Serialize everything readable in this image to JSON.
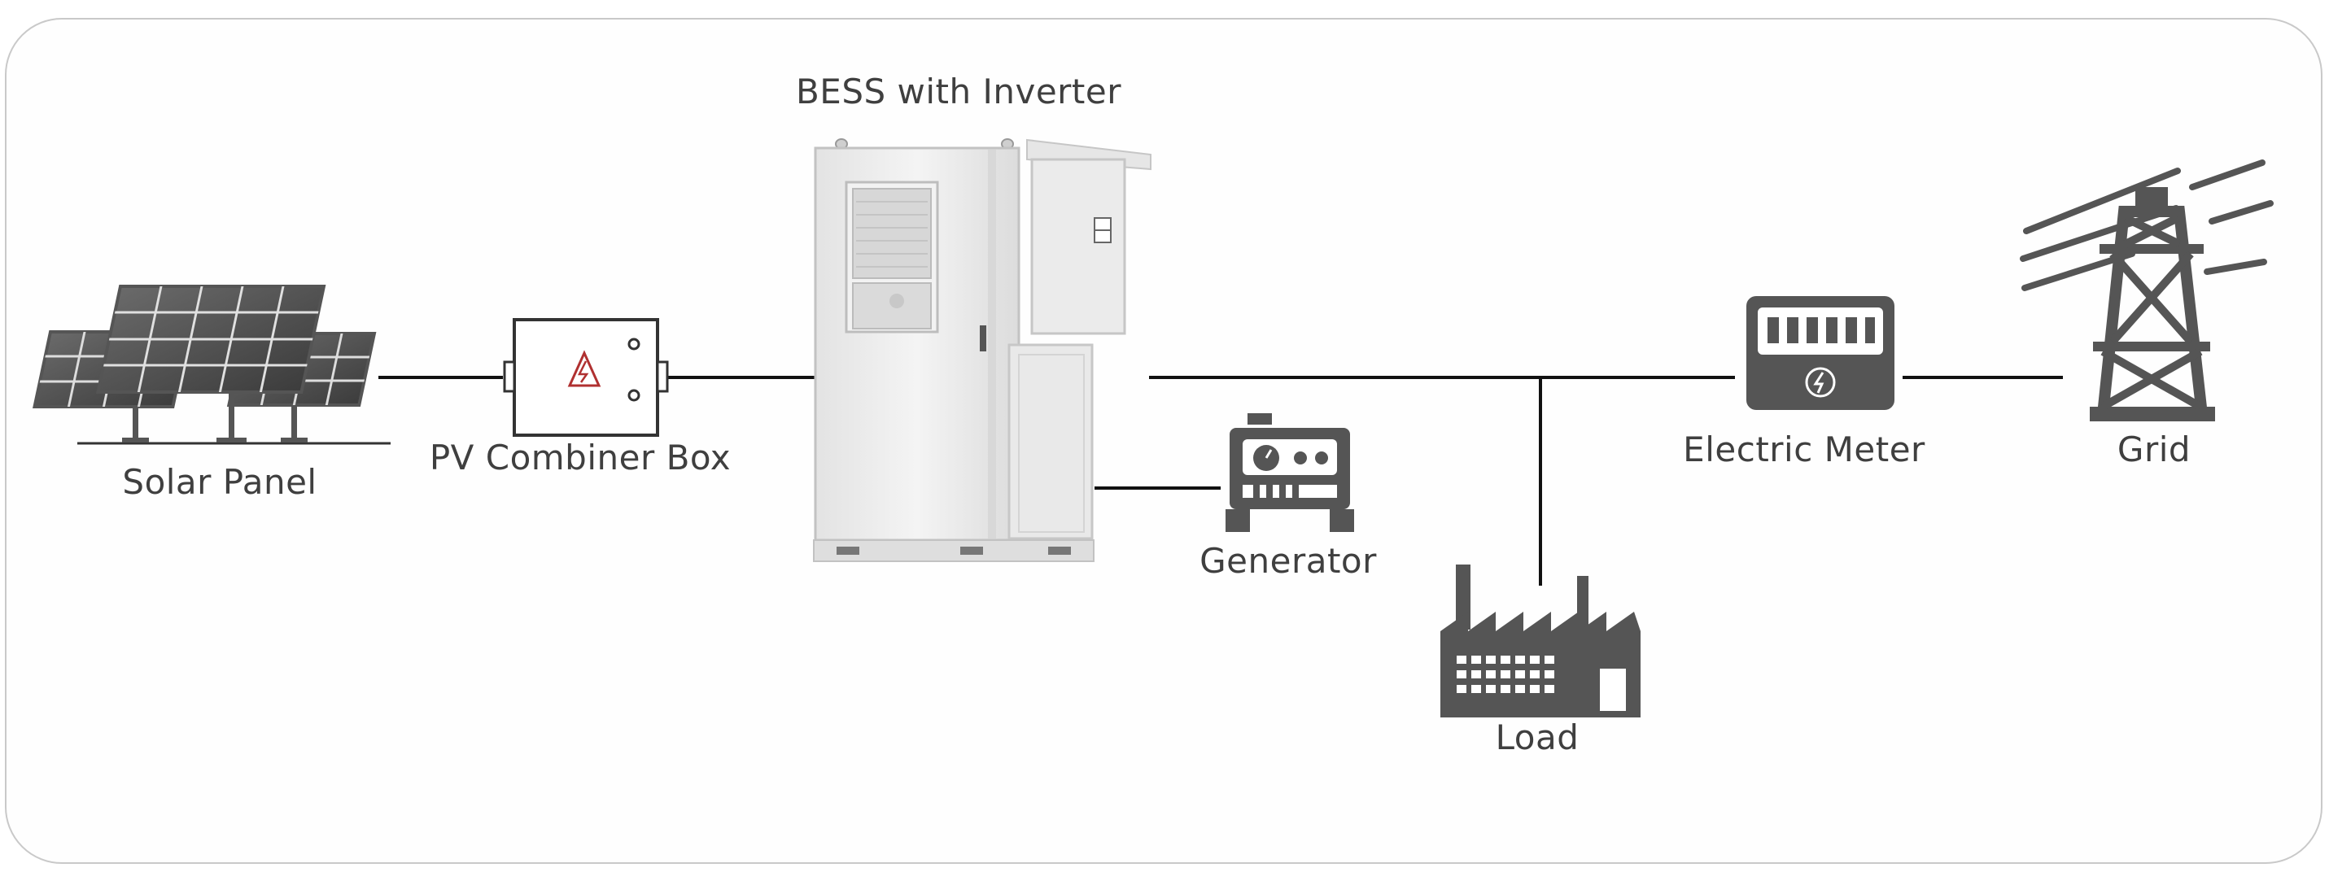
{
  "diagram": {
    "components": {
      "solar_panel": "Solar Panel",
      "pv_combiner_box": "PV Combiner Box",
      "bess": "BESS with Inverter",
      "generator": "Generator",
      "load": "Load",
      "electric_meter": "Electric Meter",
      "grid": "Grid"
    },
    "icons": {
      "solar_panel": "solar-panel-icon",
      "pv_combiner_box": "combiner-box-icon",
      "bess": "bess-cabinet-icon",
      "generator": "generator-icon",
      "load": "factory-icon",
      "electric_meter": "electric-meter-icon",
      "grid": "transmission-tower-icon"
    },
    "connections": [
      [
        "solar_panel",
        "pv_combiner_box"
      ],
      [
        "pv_combiner_box",
        "bess"
      ],
      [
        "bess",
        "generator"
      ],
      [
        "bess",
        "load"
      ],
      [
        "load",
        "electric_meter"
      ],
      [
        "electric_meter",
        "grid"
      ]
    ],
    "colors": {
      "icon": "#555555",
      "line": "#111111",
      "text": "#3f3f3f",
      "cabinet": "#ececec",
      "warning": "#c0392b"
    }
  }
}
